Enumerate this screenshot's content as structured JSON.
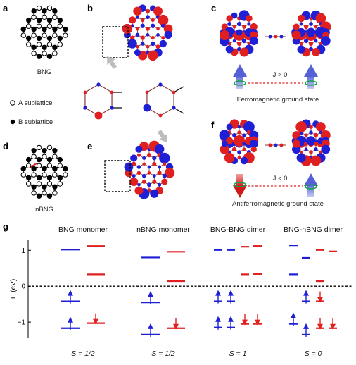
{
  "panels": {
    "a": "a",
    "b": "b",
    "c": "c",
    "d": "d",
    "e": "e",
    "f": "f",
    "g": "g"
  },
  "labels": {
    "bng": "BNG",
    "nbng": "nBNG",
    "sublattice_a": "A sublattice",
    "sublattice_b": "B sublattice",
    "j_pos": "J > 0",
    "j_neg": "J < 0",
    "ferro": "Ferromagnetic ground state",
    "antiferro": "Antiferromagnetic ground state"
  },
  "colors": {
    "spin_up": "#1f1fd6",
    "spin_down": "#e02020",
    "bond": "#8a3a3a"
  },
  "chart_data": {
    "type": "energy-level diagram",
    "ylabel": "E (eV)",
    "ylim": [
      -1.45,
      1.3
    ],
    "yticks": [
      1,
      0,
      -1
    ],
    "ytick_labels": [
      "1",
      "0",
      "−1"
    ],
    "fermi_level": 0,
    "groups": [
      {
        "title": "BNG monomer",
        "spin": "S = 1/2",
        "levels": [
          {
            "spin": "up",
            "energy": 1.02,
            "col": 0,
            "occupied": false
          },
          {
            "spin": "down",
            "energy": 1.12,
            "col": 1,
            "occupied": false
          },
          {
            "spin": "down",
            "energy": 0.33,
            "col": 1,
            "occupied": false
          },
          {
            "spin": "up",
            "energy": -0.42,
            "col": 0,
            "occupied": true
          },
          {
            "spin": "up",
            "energy": -1.17,
            "col": 0,
            "occupied": true
          },
          {
            "spin": "down",
            "energy": -1.03,
            "col": 1,
            "occupied": true
          }
        ]
      },
      {
        "title": "nBNG monomer",
        "spin": "S = 1/2",
        "levels": [
          {
            "spin": "up",
            "energy": 0.8,
            "col": 0,
            "occupied": false
          },
          {
            "spin": "down",
            "energy": 0.96,
            "col": 1,
            "occupied": false
          },
          {
            "spin": "down",
            "energy": 0.14,
            "col": 1,
            "occupied": false
          },
          {
            "spin": "up",
            "energy": -0.45,
            "col": 0,
            "occupied": true
          },
          {
            "spin": "up",
            "energy": -1.35,
            "col": 0,
            "occupied": true
          },
          {
            "spin": "down",
            "energy": -1.17,
            "col": 1,
            "occupied": true
          }
        ]
      },
      {
        "title": "BNG-BNG dimer",
        "spin": "S = 1",
        "levels": [
          {
            "spin": "up",
            "energy": 1.01,
            "col": 0,
            "occupied": false
          },
          {
            "spin": "up",
            "energy": 1.01,
            "col": 1,
            "occupied": false
          },
          {
            "spin": "down",
            "energy": 1.1,
            "col": 2,
            "occupied": false
          },
          {
            "spin": "down",
            "energy": 1.12,
            "col": 3,
            "occupied": false
          },
          {
            "spin": "down",
            "energy": 0.33,
            "col": 2,
            "occupied": false
          },
          {
            "spin": "down",
            "energy": 0.34,
            "col": 3,
            "occupied": false
          },
          {
            "spin": "up",
            "energy": -0.42,
            "col": 0,
            "occupied": true
          },
          {
            "spin": "up",
            "energy": -0.42,
            "col": 1,
            "occupied": true
          },
          {
            "spin": "up",
            "energy": -1.15,
            "col": 0,
            "occupied": true
          },
          {
            "spin": "up",
            "energy": -1.15,
            "col": 1,
            "occupied": true
          },
          {
            "spin": "down",
            "energy": -1.05,
            "col": 2,
            "occupied": true
          },
          {
            "spin": "down",
            "energy": -1.05,
            "col": 3,
            "occupied": true
          }
        ]
      },
      {
        "title": "BNG-nBNG dimer",
        "spin": "S = 0",
        "levels": [
          {
            "spin": "up",
            "energy": 1.14,
            "col": 0,
            "occupied": false
          },
          {
            "spin": "up",
            "energy": 0.79,
            "col": 1,
            "occupied": false
          },
          {
            "spin": "down",
            "energy": 1.01,
            "col": 2,
            "occupied": false
          },
          {
            "spin": "down",
            "energy": 0.97,
            "col": 3,
            "occupied": false
          },
          {
            "spin": "up",
            "energy": 0.33,
            "col": 0,
            "occupied": false
          },
          {
            "spin": "down",
            "energy": 0.14,
            "col": 2,
            "occupied": false
          },
          {
            "spin": "up",
            "energy": -0.42,
            "col": 1,
            "occupied": true
          },
          {
            "spin": "down",
            "energy": -0.42,
            "col": 2,
            "occupied": true
          },
          {
            "spin": "up",
            "energy": -1.05,
            "col": 0,
            "occupied": true
          },
          {
            "spin": "up",
            "energy": -1.35,
            "col": 1,
            "occupied": true
          },
          {
            "spin": "down",
            "energy": -1.17,
            "col": 2,
            "occupied": true
          },
          {
            "spin": "down",
            "energy": -1.17,
            "col": 3,
            "occupied": true
          }
        ]
      }
    ]
  }
}
